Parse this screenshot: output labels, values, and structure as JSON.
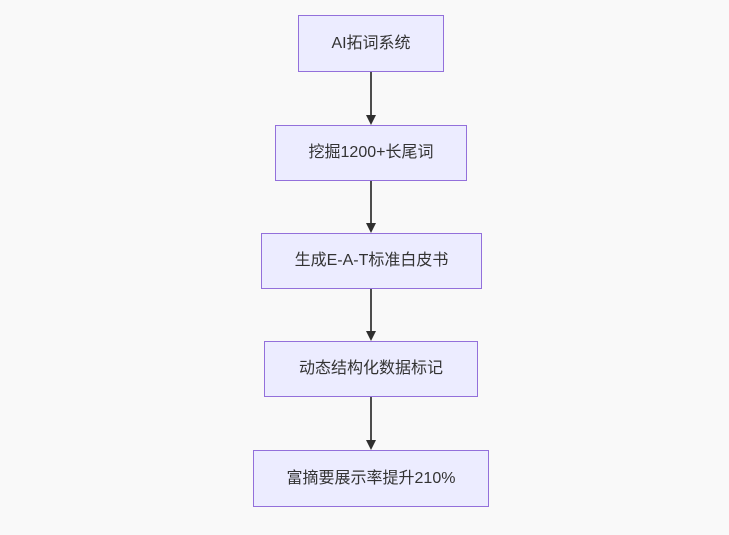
{
  "diagram": {
    "type": "flowchart",
    "direction": "top-down",
    "colors": {
      "background": "#f9f9f9",
      "node_fill": "#ECECFF",
      "node_border": "#9370DB",
      "text": "#333333",
      "edge_line": "#4d4d4d",
      "arrowhead": "#2f2f2f"
    },
    "nodes": [
      {
        "id": "node-1",
        "label": "AI拓词系统"
      },
      {
        "id": "node-2",
        "label": "挖掘1200+长尾词"
      },
      {
        "id": "node-3",
        "label": "生成E-A-T标准白皮书"
      },
      {
        "id": "node-4",
        "label": "动态结构化数据标记"
      },
      {
        "id": "node-5",
        "label": "富摘要展示率提升210%"
      }
    ],
    "edges": [
      {
        "from": "node-1",
        "to": "node-2",
        "style": "arrow"
      },
      {
        "from": "node-2",
        "to": "node-3",
        "style": "arrow"
      },
      {
        "from": "node-3",
        "to": "node-4",
        "style": "arrow"
      },
      {
        "from": "node-4",
        "to": "node-5",
        "style": "arrow"
      }
    ]
  }
}
